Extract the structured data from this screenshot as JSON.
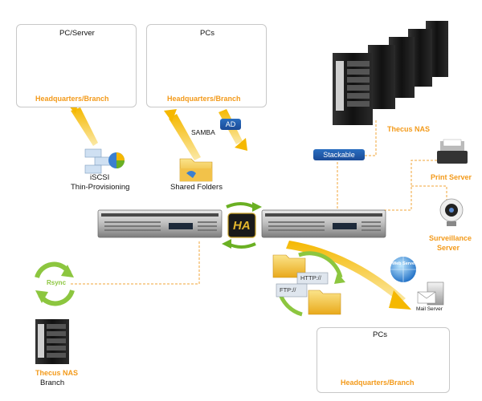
{
  "nodes": {
    "pc_server": {
      "title": "PC/Server",
      "caption": "Headquarters/Branch"
    },
    "pcs_top": {
      "title": "PCs",
      "caption": "Headquarters/Branch"
    },
    "pcs_bottom": {
      "title": "PCs",
      "caption": "Headquarters/Branch"
    },
    "nas_stack": {
      "caption": "Thecus NAS"
    },
    "nas_branch": {
      "caption": "Thecus NAS",
      "sub": "Branch"
    },
    "print_server": {
      "caption": "Print Server"
    },
    "surveillance": {
      "caption_line1": "Surveillance",
      "caption_line2": "Server"
    },
    "mail_server": {
      "caption": "Mail Server"
    },
    "web_server": {
      "caption": "Web Server"
    }
  },
  "labels": {
    "ad": "AD",
    "samba": "SAMBA",
    "stackable": "Stackable",
    "iscsi_line1": "iSCSI",
    "iscsi_line2": "Thin-Provisioning",
    "shared_folders": "Shared Folders",
    "rsync": "Rsync",
    "ha": "HA",
    "http": "HTTP://",
    "ftp": "FTP://"
  },
  "colors": {
    "accent_orange": "#f39a1a",
    "arrow_yellow": "#f5b800",
    "arrow_green": "#6ab023",
    "tag_blue": "#1f5cab",
    "box_border": "#c8c8c8"
  }
}
